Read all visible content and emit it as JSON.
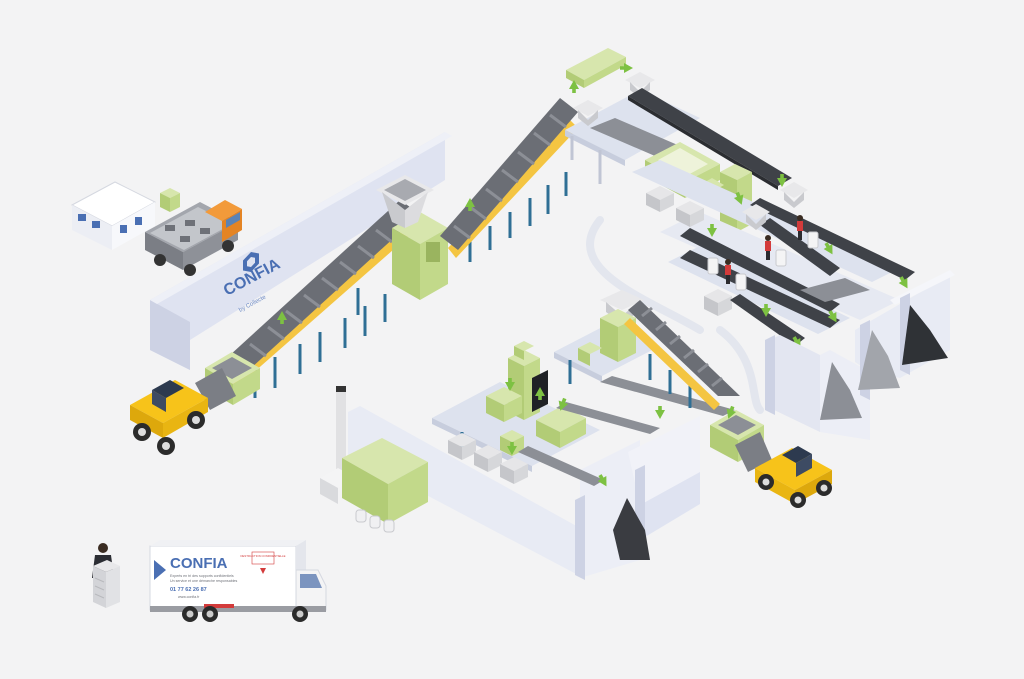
{
  "brand": {
    "wall_logo": "CONFIA",
    "wall_sub": "by Collecte",
    "truck_logo": "CONFIA",
    "truck_tagline_1": "Experts en tri des supports confidentiels",
    "truck_tagline_2": "Un service et une démarche responsables",
    "truck_phone": "01 77 62 26 87",
    "truck_web": "www.confia.fr",
    "truck_sign": "DESTRUCTION CONFIDENTIELLE"
  },
  "colors": {
    "background": "#f3f3f4",
    "machine_green": "#c2d98a",
    "machine_green_dark": "#9ab45f",
    "arrow_green": "#7dc142",
    "belt_dark": "#5a5d63",
    "belt_light": "#8c8f96",
    "frame_yellow": "#f4c542",
    "support_blue": "#2f6f95",
    "wall_lavender": "#dfe3f1",
    "platform": "#dde2ee",
    "loader_yellow": "#f7c31a",
    "brand_blue": "#4a6fb3"
  },
  "icons": [
    "office-building-icon",
    "dump-truck-icon",
    "wheel-loader-icon",
    "operator-person-icon",
    "heavy-truck-icon",
    "flow-arrow-icon"
  ]
}
